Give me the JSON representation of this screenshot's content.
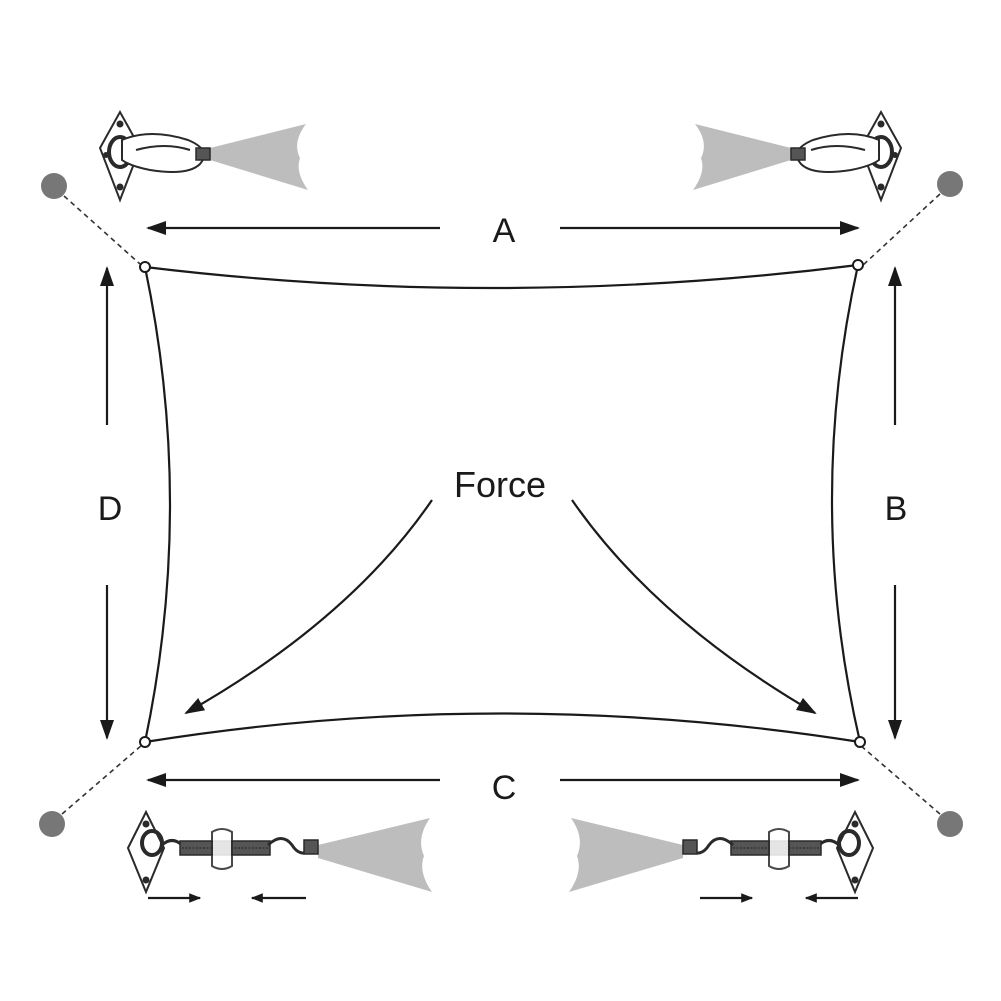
{
  "labels": {
    "top": "A",
    "right": "B",
    "bottom": "C",
    "left": "D",
    "center": "Force"
  },
  "colors": {
    "line": "#1a1a1a",
    "anchor_dot": "#777777",
    "fabric": "#bdbdbd"
  },
  "icons": {
    "top_left": "wall-plate-carabiner-icon",
    "top_right": "wall-plate-carabiner-icon",
    "bottom_left": "wall-plate-turnbuckle-icon",
    "bottom_right": "wall-plate-turnbuckle-icon"
  }
}
